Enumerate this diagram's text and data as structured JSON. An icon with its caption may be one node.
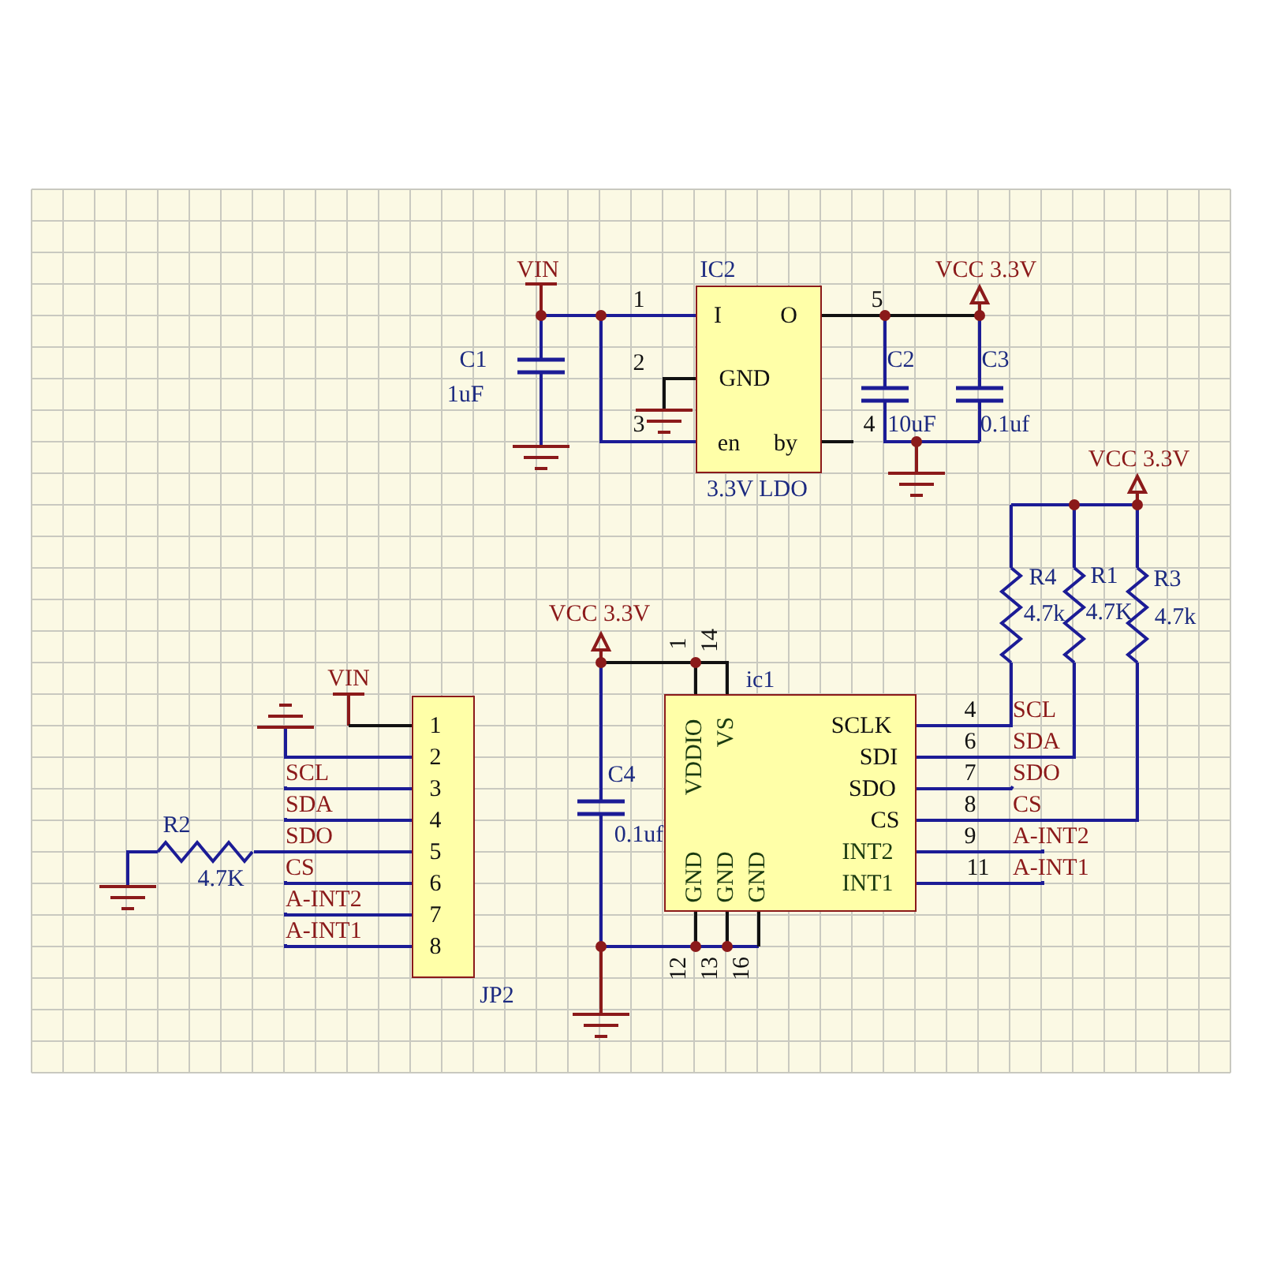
{
  "diagram": {
    "nodes": [
      {
        "text": [
          "IC2",
          "I",
          "O",
          "GND",
          "en",
          "by",
          "3.3V LDO"
        ]
      },
      {
        "text": [
          "ic1",
          "VDDIO",
          "VS",
          "SCLK",
          "SDI",
          "SDO",
          "CS",
          "INT2",
          "INT1",
          "GND",
          "GND",
          "GND"
        ]
      },
      {
        "text": [
          "1",
          "2",
          "3",
          "4",
          "5",
          "6",
          "7",
          "8",
          "JP2"
        ]
      },
      {
        "text": [
          "SCL"
        ]
      },
      {
        "text": [
          "SDA"
        ]
      },
      {
        "text": [
          "CS"
        ]
      },
      {
        "text": [
          "A-INT2"
        ]
      },
      {
        "text": [
          "A-INT1"
        ]
      },
      {
        "text": [
          "R2",
          "4.7K"
        ]
      },
      {
        "text": [],
        "shape": "ground"
      },
      {
        "text": [],
        "shape": "ground"
      },
      {
        "text": [
          "SDO"
        ]
      },
      {
        "text": [
          "A-INT2"
        ]
      },
      {
        "text": [
          "A-INT1"
        ]
      }
    ],
    "edges": [
      {
        "from": 2,
        "to": 9,
        "arrow": "none"
      },
      {
        "from": 2,
        "to": 3,
        "arrow": "none"
      },
      {
        "from": 2,
        "to": 4,
        "arrow": "none"
      },
      {
        "from": 2,
        "to": 5,
        "arrow": "none"
      },
      {
        "from": 2,
        "to": 6,
        "arrow": "none"
      },
      {
        "from": 2,
        "to": 7,
        "arrow": "none"
      },
      {
        "from": 2,
        "to": 8,
        "arrow": "none"
      },
      {
        "from": 8,
        "to": 10,
        "arrow": "none"
      },
      {
        "from": 1,
        "to": 11,
        "arrow": "none"
      },
      {
        "from": 1,
        "to": 12,
        "arrow": "none"
      },
      {
        "from": 1,
        "to": 13,
        "arrow": "none"
      }
    ],
    "labels": [
      "VIN",
      "C1",
      "1uF",
      "1",
      "2",
      "3",
      "5",
      "VCC 3.3V",
      "C2",
      "C3",
      "4",
      "10uF",
      "0.1uf",
      "VCC 3.3V",
      "R4",
      "R1",
      "R3",
      "VCC 3.3V",
      "4.7k",
      "4.7K",
      "4.7k",
      "1",
      "14",
      "VIN",
      "4",
      "SCL",
      "6",
      "SDA",
      "SDO",
      "C4",
      "7",
      "8",
      "CS",
      "0.1uf",
      "9",
      "11",
      "12",
      "13",
      "16"
    ]
  }
}
